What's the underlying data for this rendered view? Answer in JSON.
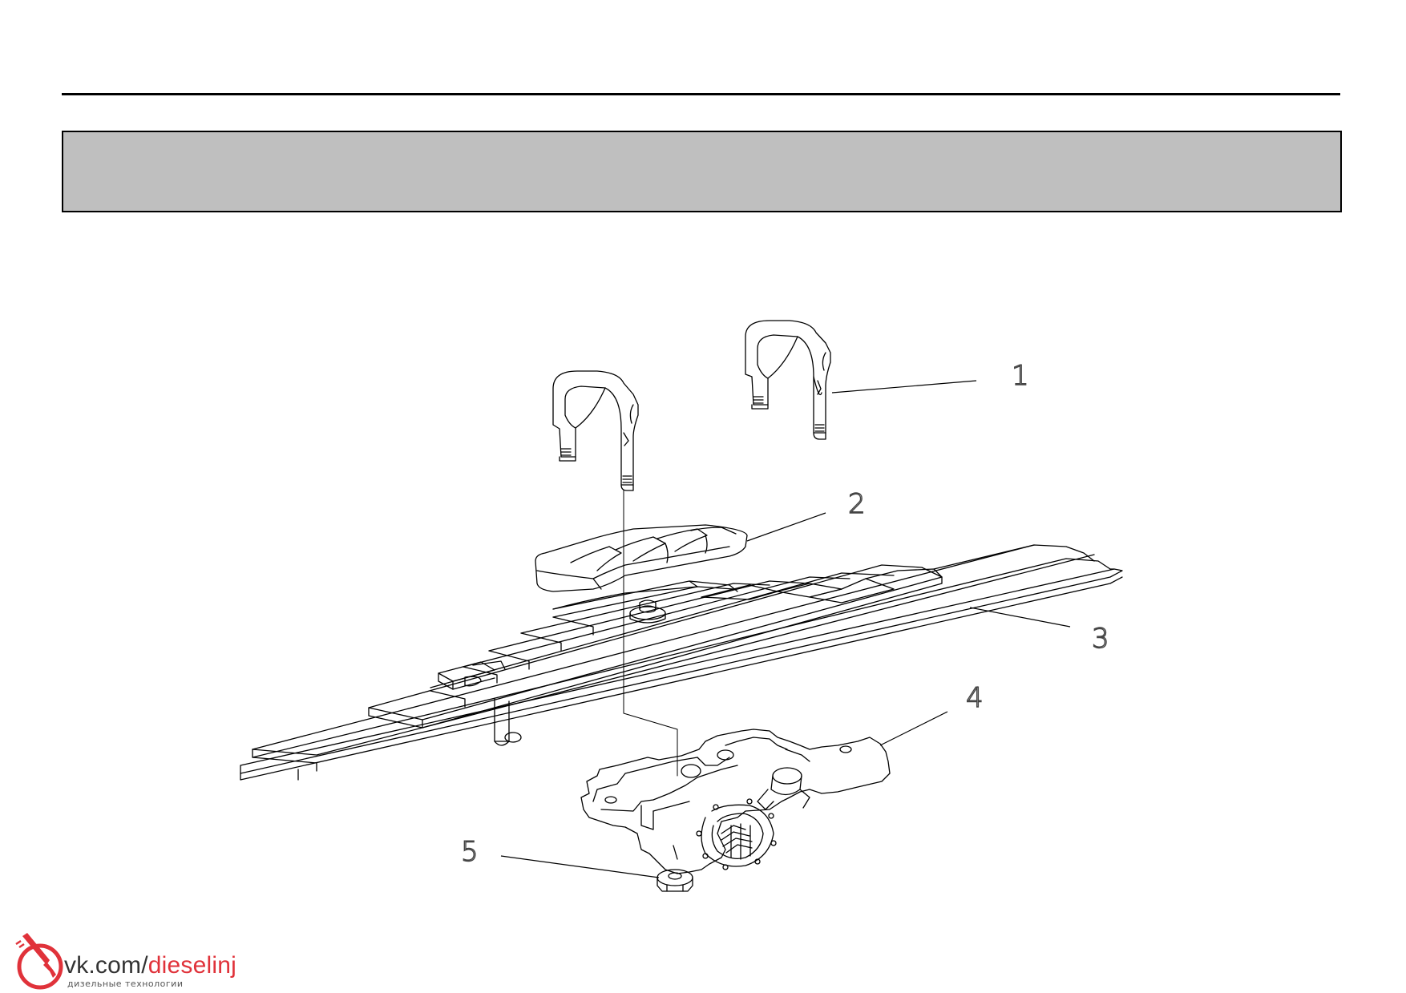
{
  "callouts": {
    "c1": "1",
    "c2": "2",
    "c3": "3",
    "c4": "4",
    "c5": "5"
  },
  "parts": {
    "p1": "u-bolt",
    "p2": "spring-pad",
    "p3": "leaf-spring",
    "p4": "axle-spring-seat",
    "p5": "flange-nut"
  },
  "watermark": {
    "brand_prefix": "vk.com/",
    "brand_suffix": "dieselinj",
    "subtitle": "дизельные технологии",
    "accent_color": "#e0323a"
  },
  "colors": {
    "header_band": "#bfbfbf",
    "line": "#000000"
  }
}
